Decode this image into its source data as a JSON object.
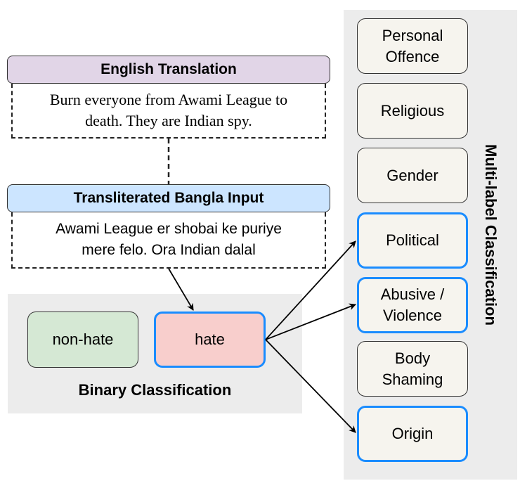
{
  "colors": {
    "english_header": "#e1d5e7",
    "bangla_header": "#cce5ff",
    "non_hate_fill": "#d5e8d4",
    "hate_fill": "#f8cecc",
    "label_fill": "#f6f4ee",
    "panel_fill": "#ececec",
    "selected_border": "#1a8cff"
  },
  "english": {
    "title": "English Translation",
    "text_line1": "Burn everyone from Awami League to",
    "text_line2": "death. They are Indian spy."
  },
  "bangla": {
    "title": "Transliterated Bangla Input",
    "text_line1": "Awami League er shobai ke puriye",
    "text_line2": "mere felo. Ora Indian dalal"
  },
  "binary": {
    "title": "Binary Classification",
    "classes": [
      {
        "label": "non-hate",
        "selected": false
      },
      {
        "label": "hate",
        "selected": true
      }
    ]
  },
  "multilabel": {
    "title": "Multi-label Classification",
    "labels": [
      {
        "line1": "Personal",
        "line2": "Offence",
        "selected": false
      },
      {
        "line1": "Religious",
        "line2": "",
        "selected": false
      },
      {
        "line1": "Gender",
        "line2": "",
        "selected": false
      },
      {
        "line1": "Political",
        "line2": "",
        "selected": true
      },
      {
        "line1": "Abusive /",
        "line2": "Violence",
        "selected": true
      },
      {
        "line1": "Body",
        "line2": "Shaming",
        "selected": false
      },
      {
        "line1": "Origin",
        "line2": "",
        "selected": true
      }
    ]
  }
}
